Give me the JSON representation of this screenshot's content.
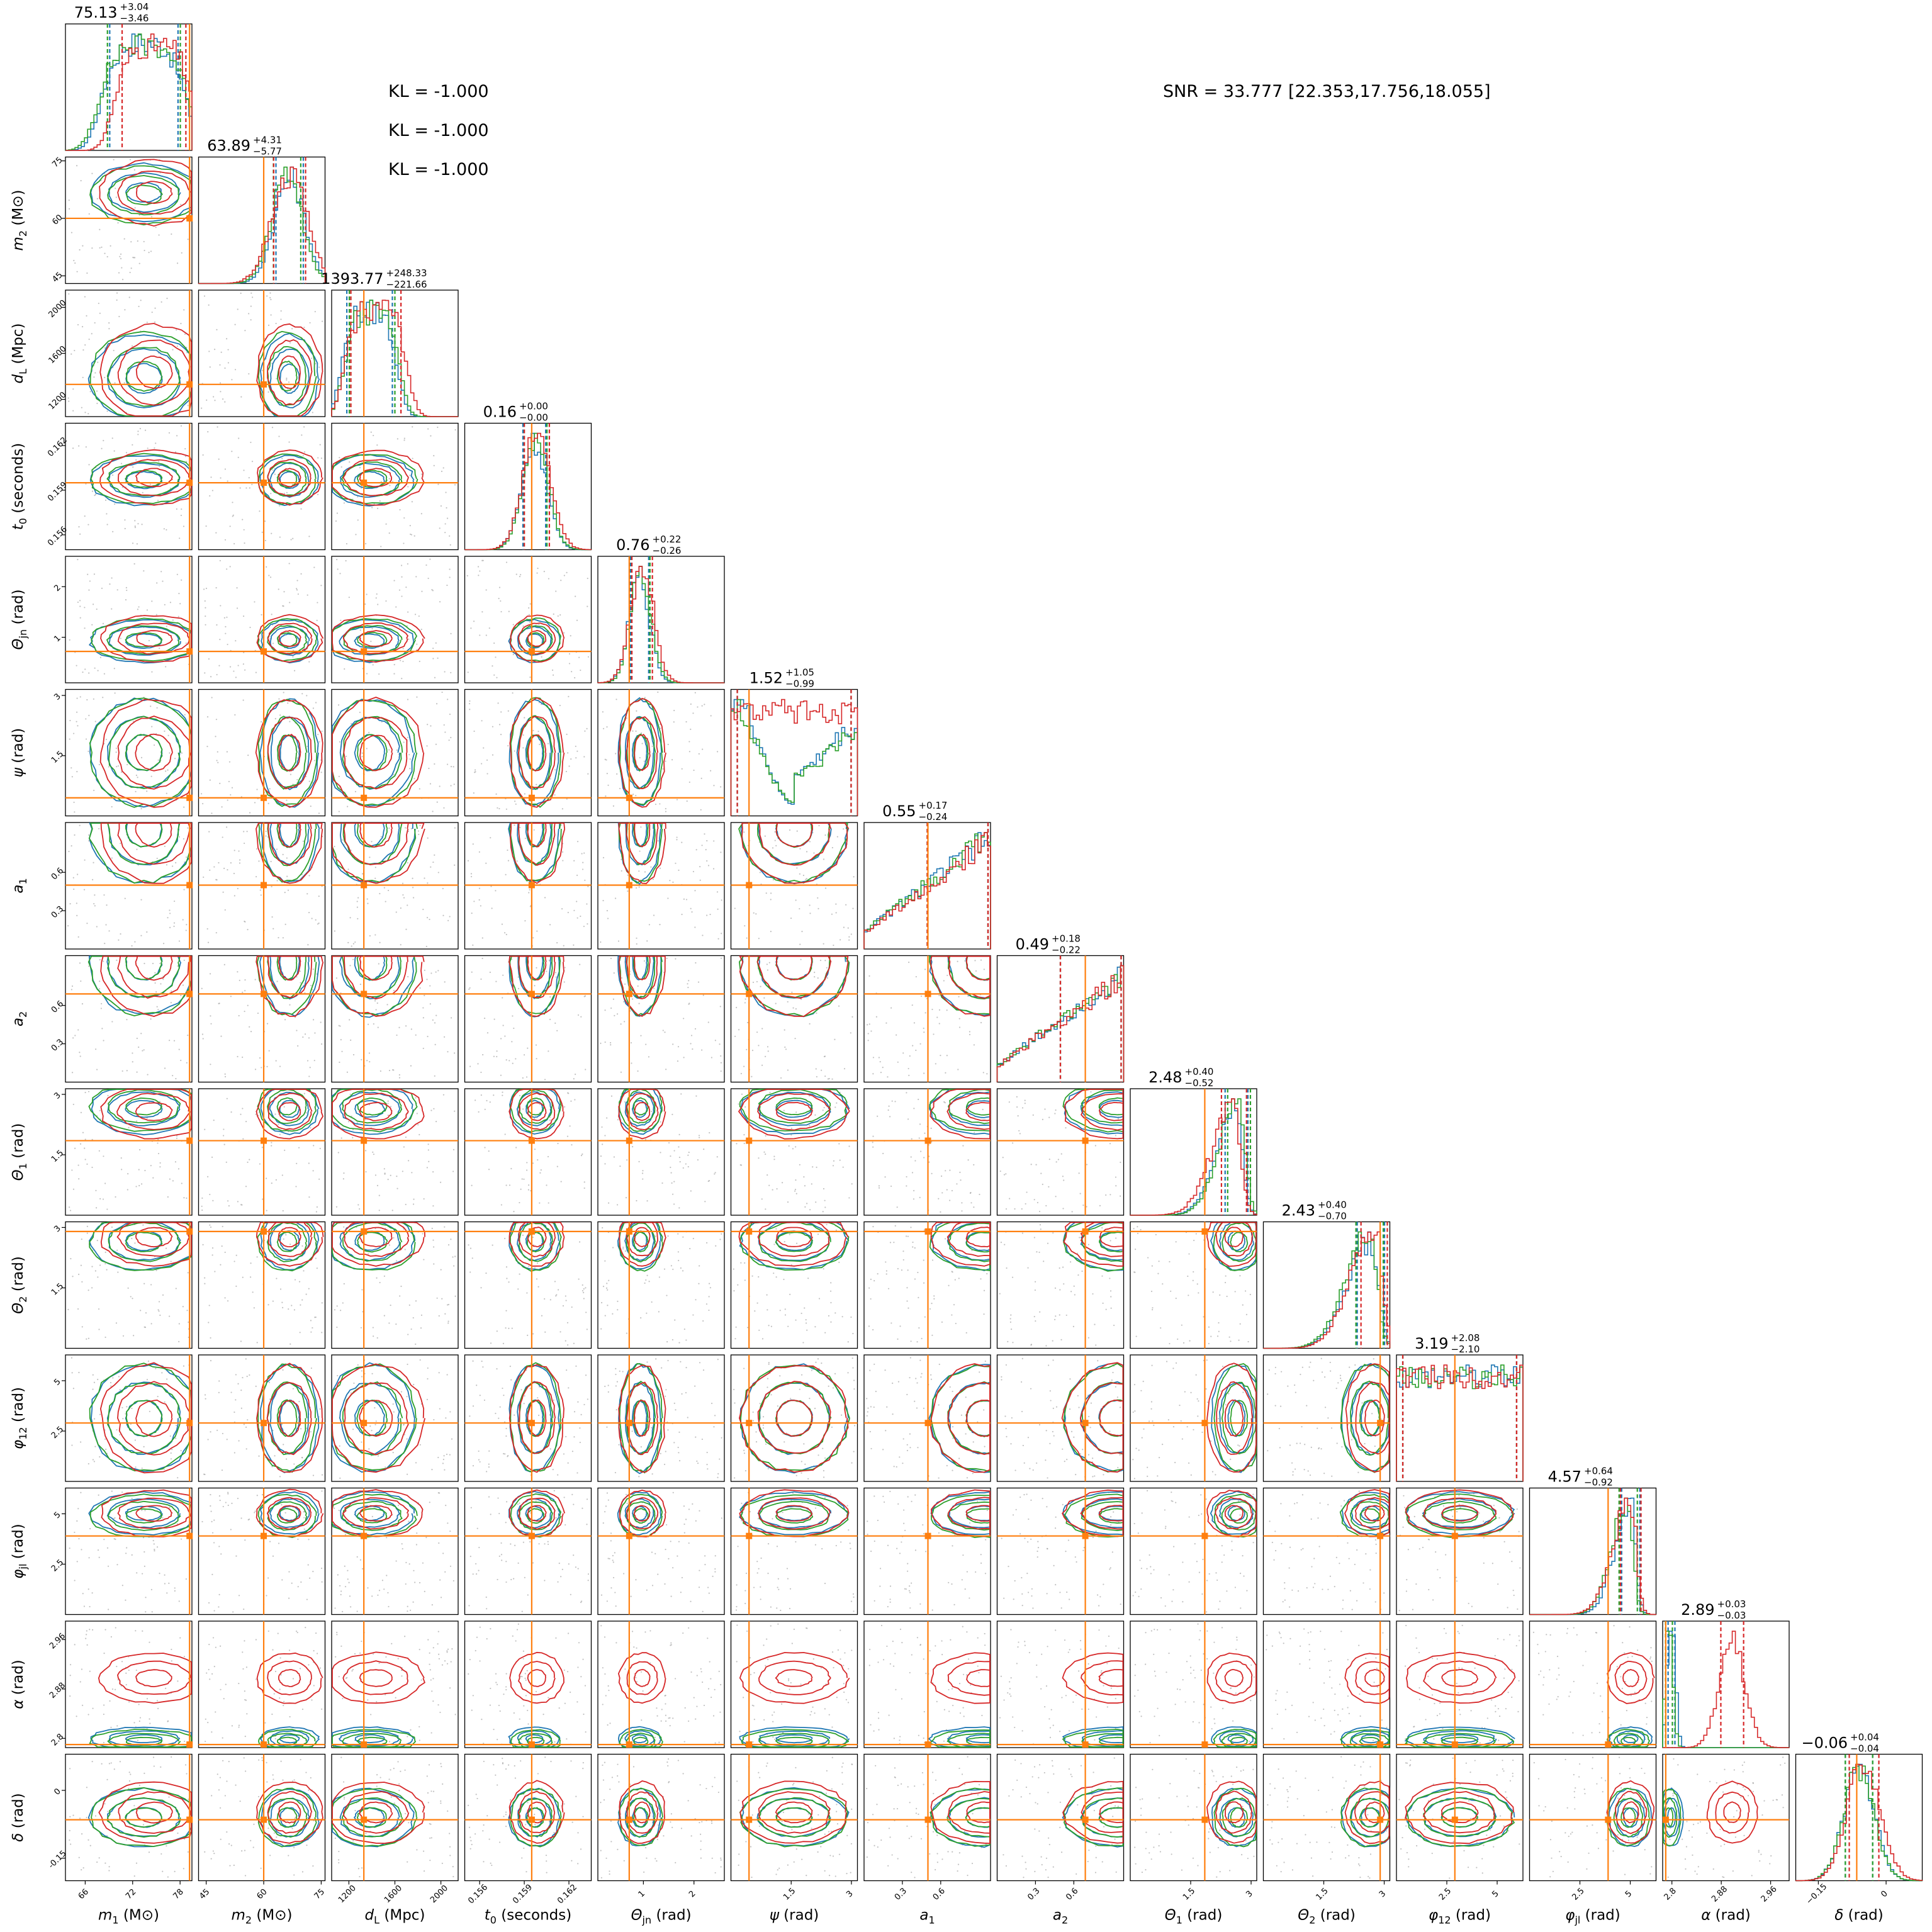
{
  "colors": {
    "blue": "#1f77b4",
    "green": "#2ca02c",
    "red": "#d62728",
    "truth": "#ff7f0e",
    "grey": "#9a9a9a"
  },
  "annotations": {
    "kl": [
      "KL = -1.000",
      "KL = -1.000",
      "KL = -1.000"
    ],
    "snr": "SNR = 33.777 [22.353,17.756,18.055]"
  },
  "chart_data": {
    "type": "corner",
    "series": [
      {
        "color": "blue"
      },
      {
        "color": "green"
      },
      {
        "color": "red"
      }
    ],
    "parameters": [
      {
        "key": "m1",
        "label_main": "m",
        "label_sub": "1",
        "label_unit": " (M⊙)",
        "range": [
          63.5,
          79.5
        ],
        "ticks": [
          66,
          72,
          78
        ],
        "truth": 79.2,
        "title_value": "75.13",
        "title_plus": "+3.04",
        "title_minus": "−3.46",
        "mode": [
          0.62,
          0.62,
          0.7
        ],
        "spread": [
          0.3,
          0.32,
          0.28
        ],
        "shape": "plateau"
      },
      {
        "key": "m2",
        "label_main": "m",
        "label_sub": "2",
        "label_unit": " (M⊙)",
        "range": [
          43,
          76
        ],
        "ticks": [
          45,
          60,
          75
        ],
        "truth": 60,
        "title_value": "63.89",
        "title_plus": "+4.31",
        "title_minus": "−5.77",
        "mode": [
          0.72,
          0.7,
          0.72
        ],
        "spread": [
          0.12,
          0.12,
          0.14
        ],
        "shape": "gauss"
      },
      {
        "key": "dl",
        "label_main": "d",
        "label_sub": "L",
        "label_unit": " (Mpc)",
        "range": [
          1050,
          2150
        ],
        "ticks": [
          1200,
          1600,
          2000
        ],
        "truth": 1330,
        "title_value": "1393.77",
        "title_plus": "+248.33",
        "title_minus": "−221.66",
        "mode": [
          0.3,
          0.32,
          0.35
        ],
        "spread": [
          0.2,
          0.2,
          0.22
        ],
        "shape": "plateau"
      },
      {
        "key": "t0",
        "label_main": "t",
        "label_sub": "0",
        "label_unit": " (seconds)",
        "range": [
          0.155,
          0.1635
        ],
        "ticks": [
          0.156,
          0.159,
          0.162
        ],
        "truth": 0.1595,
        "title_value": "0.16",
        "title_plus": "+0.00",
        "title_minus": "−0.00",
        "mode": [
          0.55,
          0.56,
          0.57
        ],
        "spread": [
          0.1,
          0.1,
          0.11
        ],
        "shape": "gauss"
      },
      {
        "key": "thetajn",
        "label_main": "Θ",
        "label_sub": "jn",
        "label_unit": " (rad)",
        "range": [
          0.1,
          2.6
        ],
        "ticks": [
          1,
          2
        ],
        "truth": 0.72,
        "title_value": "0.76",
        "title_plus": "+0.22",
        "title_minus": "−0.26",
        "mode": [
          0.33,
          0.34,
          0.35
        ],
        "spread": [
          0.08,
          0.08,
          0.09
        ],
        "shape": "gauss"
      },
      {
        "key": "psi",
        "label_main": "ψ",
        "label_sub": "",
        "label_unit": " (rad)",
        "range": [
          0,
          3.15
        ],
        "ticks": [
          1.5,
          3.0
        ],
        "truth": 0.45,
        "title_value": "1.52",
        "title_plus": "+1.05",
        "title_minus": "−0.99",
        "mode": [
          0.5,
          0.5,
          0.5
        ],
        "spread": [
          0.5,
          0.5,
          0.5
        ],
        "shape": "bimodal"
      },
      {
        "key": "a1",
        "label_main": "a",
        "label_sub": "1",
        "label_unit": "",
        "range": [
          0,
          0.99
        ],
        "ticks": [
          0.3,
          0.6
        ],
        "truth": 0.5,
        "title_value": "0.55",
        "title_plus": "+0.17",
        "title_minus": "−0.24",
        "mode": [
          0.95,
          0.95,
          0.95
        ],
        "spread": [
          0.5,
          0.5,
          0.5
        ],
        "shape": "ramp"
      },
      {
        "key": "a2",
        "label_main": "a",
        "label_sub": "2",
        "label_unit": "",
        "range": [
          0,
          0.99
        ],
        "ticks": [
          0.3,
          0.6
        ],
        "truth": 0.69,
        "title_value": "0.49",
        "title_plus": "+0.18",
        "title_minus": "−0.22",
        "mode": [
          0.95,
          0.95,
          0.95
        ],
        "spread": [
          0.5,
          0.5,
          0.5
        ],
        "shape": "ramp"
      },
      {
        "key": "theta1",
        "label_main": "Θ",
        "label_sub": "1",
        "label_unit": " (rad)",
        "range": [
          0,
          3.14
        ],
        "ticks": [
          1.5,
          3.0
        ],
        "truth": 1.85,
        "title_value": "2.48",
        "title_plus": "+0.40",
        "title_minus": "−0.52",
        "mode": [
          0.84,
          0.86,
          0.82
        ],
        "spread": [
          0.1,
          0.1,
          0.11
        ],
        "shape": "skew"
      },
      {
        "key": "theta2",
        "label_main": "Θ",
        "label_sub": "2",
        "label_unit": " (rad)",
        "range": [
          0,
          3.14
        ],
        "ticks": [
          1.5,
          3.0
        ],
        "truth": 2.9,
        "title_value": "2.43",
        "title_plus": "+0.40",
        "title_minus": "−0.70",
        "mode": [
          0.85,
          0.84,
          0.88
        ],
        "spread": [
          0.12,
          0.12,
          0.12
        ],
        "shape": "skew"
      },
      {
        "key": "phi12",
        "label_main": "φ",
        "label_sub": "12",
        "label_unit": " (rad)",
        "range": [
          0,
          6.28
        ],
        "ticks": [
          2.5,
          5.0
        ],
        "truth": 2.9,
        "title_value": "3.19",
        "title_plus": "+2.08",
        "title_minus": "−2.10",
        "mode": [
          0.5,
          0.5,
          0.5
        ],
        "spread": [
          0.5,
          0.5,
          0.5
        ],
        "shape": "flat"
      },
      {
        "key": "phijl",
        "label_main": "φ",
        "label_sub": "jl",
        "label_unit": " (rad)",
        "range": [
          0,
          6.28
        ],
        "ticks": [
          2.5,
          5.0
        ],
        "truth": 3.9,
        "title_value": "4.57",
        "title_plus": "+0.64",
        "title_minus": "−0.92",
        "mode": [
          0.8,
          0.78,
          0.8
        ],
        "spread": [
          0.08,
          0.08,
          0.09
        ],
        "shape": "skew"
      },
      {
        "key": "alpha",
        "label_main": "α",
        "label_sub": "",
        "label_unit": " (rad)",
        "range": [
          2.785,
          2.99
        ],
        "ticks": [
          2.8,
          2.88,
          2.96
        ],
        "truth": 2.79,
        "title_value": "2.89",
        "title_plus": "+0.03",
        "title_minus": "−0.03",
        "mode": [
          0.07,
          0.05,
          0.55
        ],
        "spread": [
          0.03,
          0.03,
          0.1
        ],
        "shape": "gauss"
      },
      {
        "key": "delta",
        "label_main": "δ",
        "label_sub": "",
        "label_unit": " (rad)",
        "range": [
          -0.2,
          0.08
        ],
        "ticks": [
          -0.15,
          0.0
        ],
        "truth": -0.065,
        "title_value": "−0.06",
        "title_plus": "+0.04",
        "title_minus": "−0.04",
        "mode": [
          0.5,
          0.5,
          0.54
        ],
        "spread": [
          0.12,
          0.12,
          0.13
        ],
        "shape": "gauss"
      }
    ]
  }
}
